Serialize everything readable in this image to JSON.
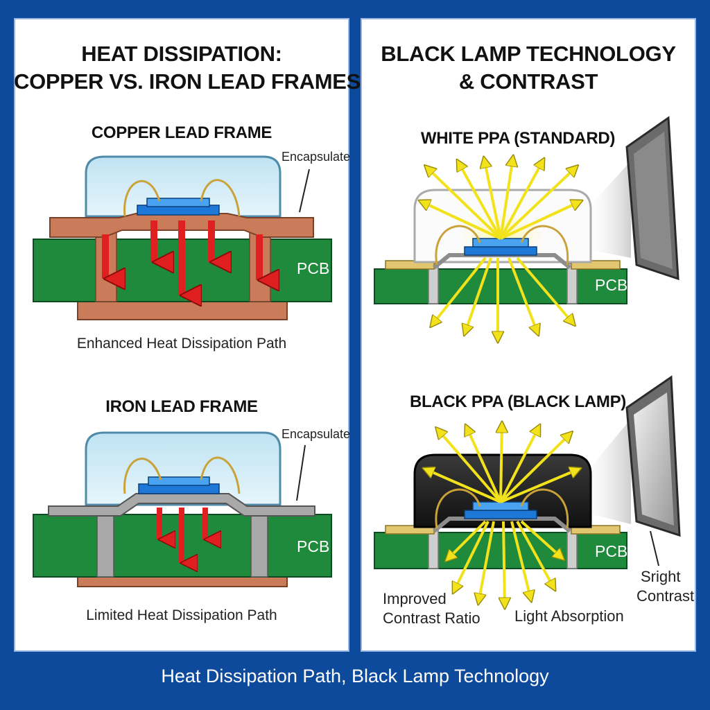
{
  "left_panel": {
    "title_line1": "HEAT DISSIPATION:",
    "title_line2": "COPPER VS. IRON LEAD FRAMES",
    "copper": {
      "heading": "COPPER LEAD FRAME",
      "encapsulate_label": "Encapsulate",
      "pcb_label": "PCB",
      "caption": "Enhanced Heat Dissipation Path"
    },
    "iron": {
      "heading": "IRON LEAD FRAME",
      "encapsulate_label": "Encapsulate",
      "pcb_label": "PCB",
      "caption": "Limited Heat Dissipation Path"
    }
  },
  "right_panel": {
    "title_line1": "BLACK LAMP TECHNOLOGY",
    "title_line2": "& CONTRAST",
    "white_ppa": {
      "heading": "WHITE PPA (STANDARD)",
      "pcb_label": "PCB"
    },
    "black_ppa": {
      "heading": "BLACK PPA (BLACK LAMP)",
      "pcb_label": "PCB",
      "label_improved_line1": "Improved",
      "label_improved_line2": "Contrast Ratio",
      "label_absorption": "Light Absorption",
      "label_sright_line1": "Sright",
      "label_sright_line2": "Contrast"
    }
  },
  "footer": "Heat Dissipation Path, Black Lamp Technology",
  "colors": {
    "background": "#0e4a9c",
    "pcb_green": "#1f8a3c",
    "copper": "#c97b5a",
    "iron": "#a9a9a9",
    "heat_arrow": "#e02020",
    "light_arrow": "#f2e21c",
    "chip_blue": "#1e78d8"
  }
}
